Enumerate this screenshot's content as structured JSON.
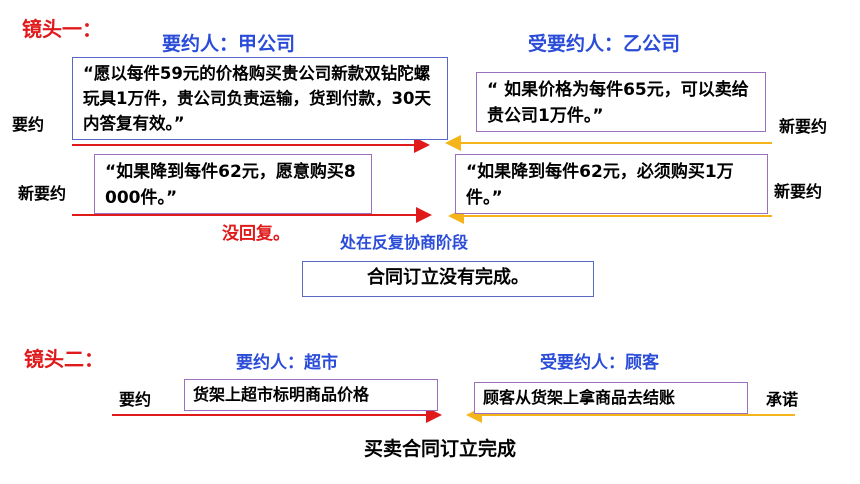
{
  "scene1": {
    "label": "镜头一：",
    "offeror": "要约人：甲公司",
    "offeree": "受要约人：乙公司",
    "left_row1": "要约",
    "right_row1": "新要约",
    "left_row2": "新要约",
    "right_row2": "新要约",
    "box_a": "“愿以每件59元的价格购买贵公司新款双钻陀螺玩具1万件，贵公司负责运输，货到付款，30天内答复有效。”",
    "box_b": "“ 如果价格为每件65元，可以卖给贵公司1万件。”",
    "box_c": "“如果降到每件62元，愿意购买8 000件。”",
    "box_d": "“如果降到每件62元，必须购买1万件。”",
    "no_reply": "没回复。",
    "stage": "处在反复协商阶段",
    "conclusion": "合同订立没有完成。"
  },
  "scene2": {
    "label": "镜头二：",
    "offeror": "要约人：超市",
    "offeree": "受要约人：顾客",
    "left_label": "要约",
    "right_label": "承诺",
    "box_left": "货架上超市标明商品价格",
    "box_right": "顾客从货架上拿商品去结账",
    "conclusion": "买卖合同订立完成"
  },
  "colors": {
    "red": "#e0191b",
    "blue": "#2a4cd8",
    "arrow_red": "#e0191b",
    "arrow_yellow": "#f4b41a"
  }
}
